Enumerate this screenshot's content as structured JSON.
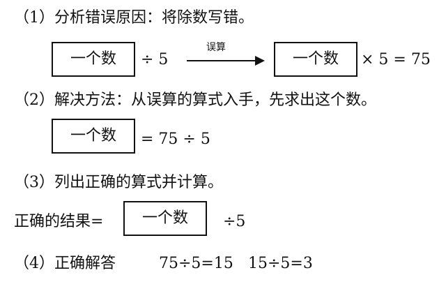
{
  "step1": {
    "text": "（1）分析错误原因：将除数写错。",
    "box": "一个数",
    "divide": "÷ 5",
    "arrow_label": "误算",
    "times": "× 5 = 75"
  },
  "step2": {
    "text": "（2）解决方法：从误算的算式入手，先求出这个数。",
    "box": "一个数",
    "equation": "= 75 ÷ 5"
  },
  "step3": {
    "text": "（3）列出正确的算式并计算。",
    "prefix": "正确的结果=",
    "box": "一个数",
    "suffix": "÷5"
  },
  "step4": {
    "text": "（4）正确解答",
    "calc1": "75÷5=15",
    "calc2": "15÷5=3"
  }
}
